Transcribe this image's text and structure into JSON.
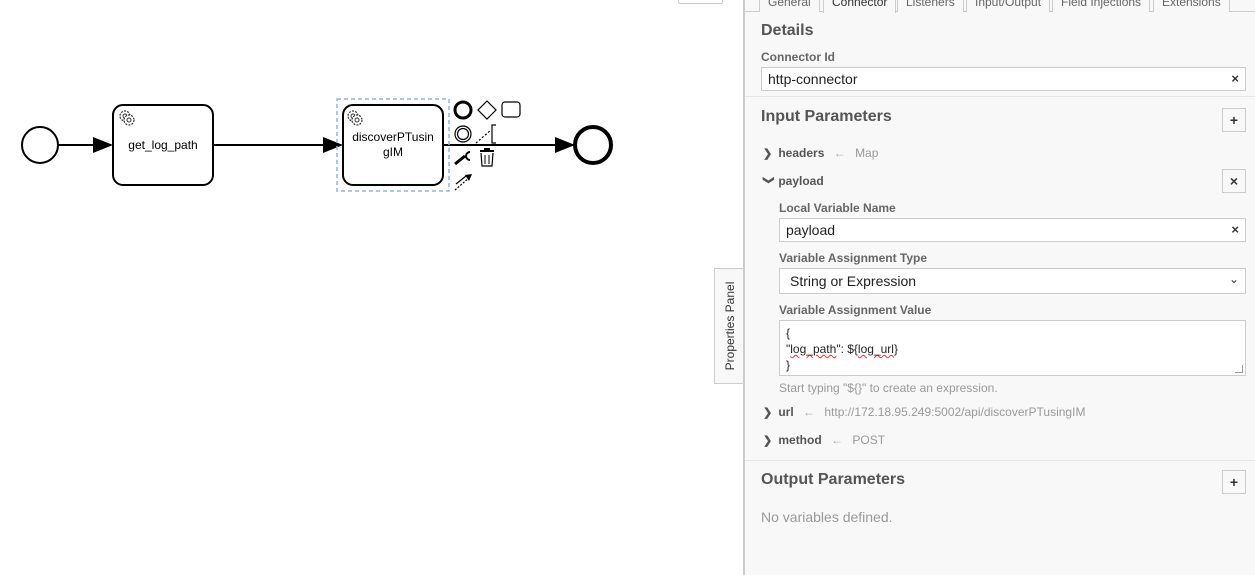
{
  "diagram": {
    "tasks": [
      {
        "id": "task-1",
        "label": "get_log_path",
        "type": "service-task"
      },
      {
        "id": "task-2",
        "label_line1": "discoverPTusin",
        "label_line2": "gIM",
        "type": "service-task",
        "selected": true
      }
    ],
    "context_pad": [
      "end-event-icon",
      "gateway-icon",
      "task-icon",
      "intermediate-event-icon",
      "text-annotation-icon",
      "wrench-icon",
      "trash-icon",
      "connect-icon"
    ]
  },
  "properties_toggle": {
    "label": "Properties Panel"
  },
  "tabs": [
    {
      "label": "General",
      "active": false
    },
    {
      "label": "Connector",
      "active": true
    },
    {
      "label": "Listeners",
      "active": false
    },
    {
      "label": "Input/Output",
      "active": false
    },
    {
      "label": "Field Injections",
      "active": false
    },
    {
      "label": "Extensions",
      "active": false
    }
  ],
  "details": {
    "title": "Details",
    "connector_id_label": "Connector Id",
    "connector_id_value": "http-connector",
    "clear_symbol": "×"
  },
  "input_parameters": {
    "title": "Input Parameters",
    "add_symbol": "+",
    "remove_symbol": "×",
    "params": [
      {
        "name": "headers",
        "value": "Map",
        "expanded": false
      },
      {
        "name": "payload",
        "value": "",
        "expanded": true
      },
      {
        "name": "url",
        "value": "http://172.18.95.249:5002/api/discoverPTusingIM",
        "expanded": false
      },
      {
        "name": "method",
        "value": "POST",
        "expanded": false
      }
    ],
    "payload": {
      "local_var_label": "Local Variable Name",
      "local_var_value": "payload",
      "assign_type_label": "Variable Assignment Type",
      "assign_type_value": "String or Expression",
      "assign_value_label": "Variable Assignment Value",
      "assign_value_line1": "{",
      "assign_value_line2_a": "\"",
      "assign_value_line2_key": "log_path",
      "assign_value_line2_b": "\": ${",
      "assign_value_line2_var": "log_url",
      "assign_value_line2_c": "}",
      "assign_value_line3": "}",
      "hint": "Start typing \"${}\" to create an expression."
    }
  },
  "output_parameters": {
    "title": "Output Parameters",
    "add_symbol": "+",
    "empty": "No variables defined."
  },
  "symbols": {
    "arrow_left": "←",
    "chev_right": "›",
    "chev_down": "⌄",
    "caret_down": "⌄"
  }
}
